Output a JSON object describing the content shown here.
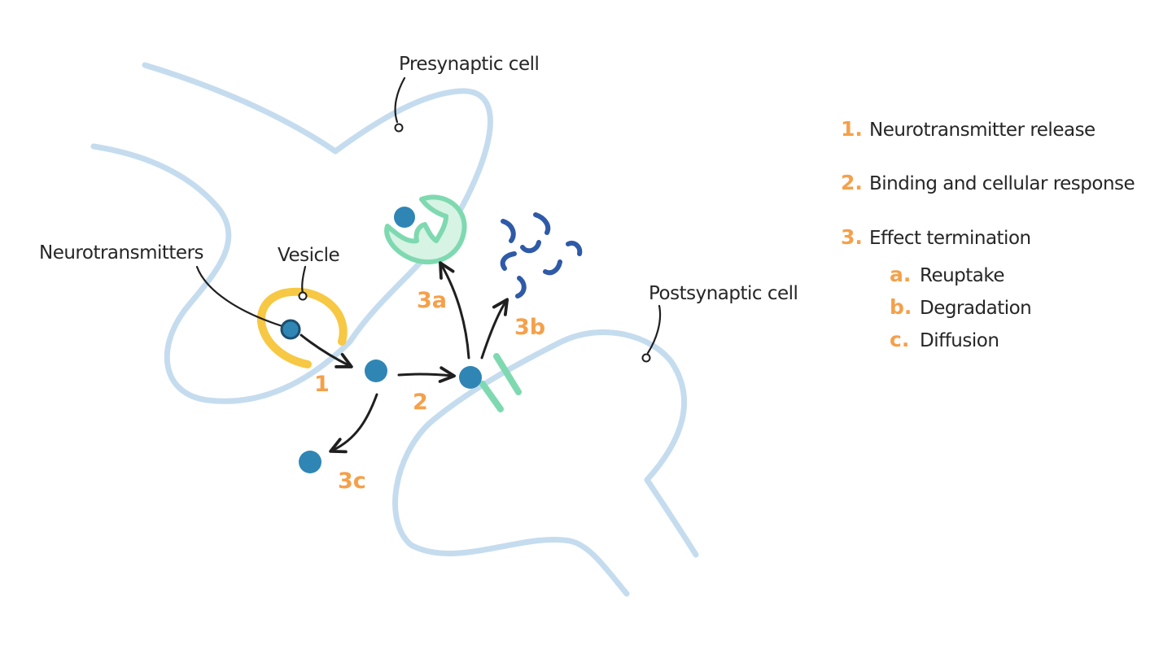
{
  "colors": {
    "membrane": "#c5dcef",
    "accent": "#f5a04a",
    "neurotransmitter": "#2f86b5",
    "vesicle": "#f7c844",
    "receptor": "#7fd9b0",
    "enzyme_fragments": "#2e5aa8",
    "text": "#262626",
    "arrow": "#1f1f1f"
  },
  "labels": {
    "presynaptic": "Presynaptic cell",
    "postsynaptic": "Postsynaptic cell",
    "neurotransmitters": "Neurotransmitters",
    "vesicle": "Vesicle"
  },
  "step_markers": {
    "s1": "1",
    "s2": "2",
    "s3a": "3a",
    "s3b": "3b",
    "s3c": "3c"
  },
  "legend": {
    "items": [
      {
        "num": "1.",
        "text": "Neurotransmitter release"
      },
      {
        "num": "2.",
        "text": "Binding and cellular response"
      },
      {
        "num": "3.",
        "text": "Effect termination"
      }
    ],
    "subitems": [
      {
        "num": "a.",
        "text": "Reuptake"
      },
      {
        "num": "b.",
        "text": "Degradation"
      },
      {
        "num": "c.",
        "text": "Diffusion"
      }
    ]
  }
}
